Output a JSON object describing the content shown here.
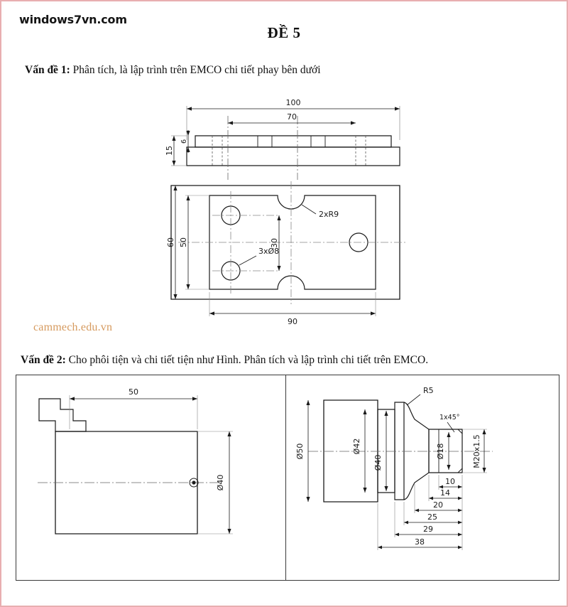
{
  "header": {
    "site_tag": "windows7vn.com",
    "title": "ĐỀ 5"
  },
  "watermark": "cammech.edu.vn",
  "problems": [
    {
      "lead": "Vấn đề 1:",
      "text": " Phân tích, là lập trình trên EMCO chi tiết phay bên dưới"
    },
    {
      "lead": "Vấn đề 2:",
      "text": " Cho phôi tiện và chi tiết tiện như Hình. Phân tích và lập trình chi tiết trên EMCO."
    }
  ],
  "figure_1": {
    "name": "milled-plate-drawing",
    "front_view": {
      "dim_overall_length": "100",
      "dim_inner_length": "70",
      "dim_total_height": "15",
      "dim_step_height": "6"
    },
    "plan_view": {
      "dim_overall_width": "60",
      "dim_inner_width": "50",
      "dim_hole_spacing": "30",
      "dim_inner_length": "90",
      "note_radius": "2xR9",
      "note_holes": "3xØ8"
    }
  },
  "figure_2": {
    "left_panel": {
      "name": "turning-blank-drawing",
      "dim_length": "50",
      "dim_diameter": "Ø40"
    },
    "right_panel": {
      "name": "turned-part-drawing",
      "diameters": [
        "Ø50",
        "Ø42",
        "Ø40",
        "Ø18"
      ],
      "thread": "M20x1.5",
      "radius_note": "R5",
      "chamfer_note": "1x45°",
      "lengths": [
        "10",
        "14",
        "20",
        "25",
        "29",
        "38"
      ]
    }
  },
  "colors": {
    "page_border": "#e8aeb0",
    "watermark": "#d69a5e",
    "line": "#1a1a1a",
    "frame": "#3a3a3a"
  }
}
